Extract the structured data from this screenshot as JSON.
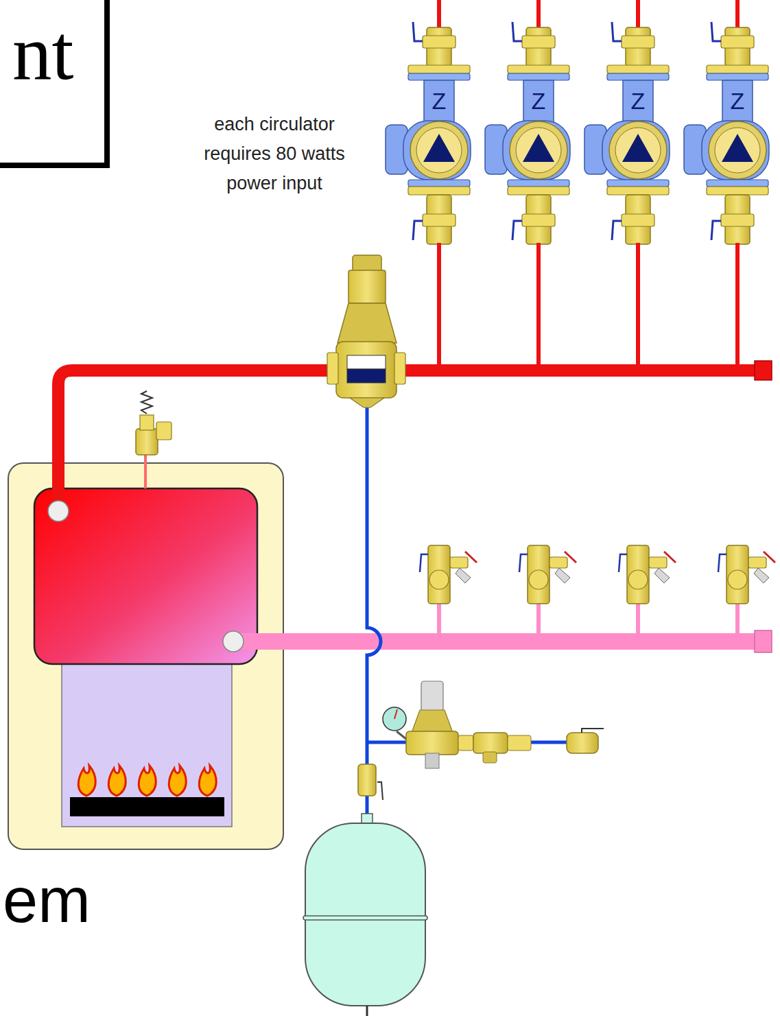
{
  "diagram": {
    "nodes": [
      {
        "text": [
          "nt"
        ]
      }
    ],
    "labels": [
      "each circulator requires 80 watts power input",
      "Z",
      "Z",
      "Z",
      "Z",
      "em"
    ]
  }
}
